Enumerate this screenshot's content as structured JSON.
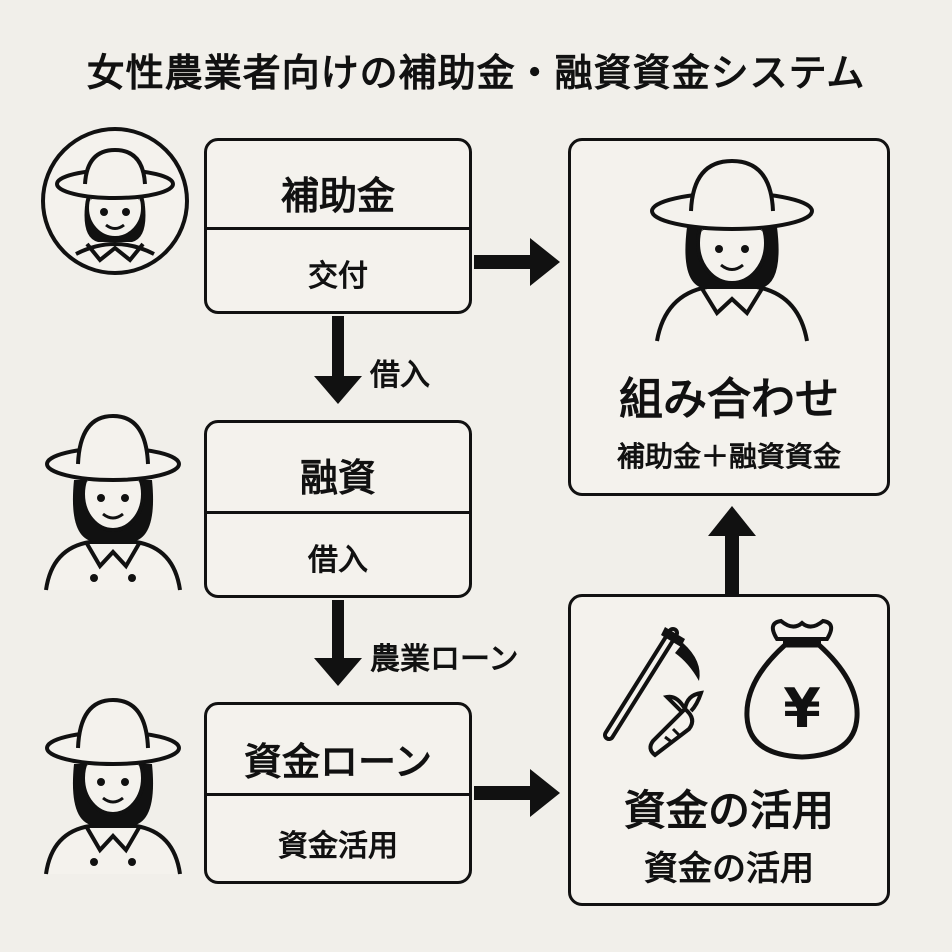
{
  "title": "女性農業者向けの補助金・融資資金システム",
  "steps": [
    {
      "head": "補助金",
      "sub": "交付"
    },
    {
      "head": "融資",
      "sub": "借入"
    },
    {
      "head": "資金ローン",
      "sub": "資金活用"
    }
  ],
  "arrow_labels": {
    "first": "借入",
    "second": "農業ローン"
  },
  "combine_box": {
    "head": "組み合わせ",
    "sub": "補助金＋融資資金"
  },
  "usage_box": {
    "head": "資金の活用",
    "sub": "資金の活用",
    "yen_symbol": "¥"
  },
  "icons": [
    "farmer-icon",
    "hoe-icon",
    "carrot-icon",
    "money-bag-icon"
  ]
}
